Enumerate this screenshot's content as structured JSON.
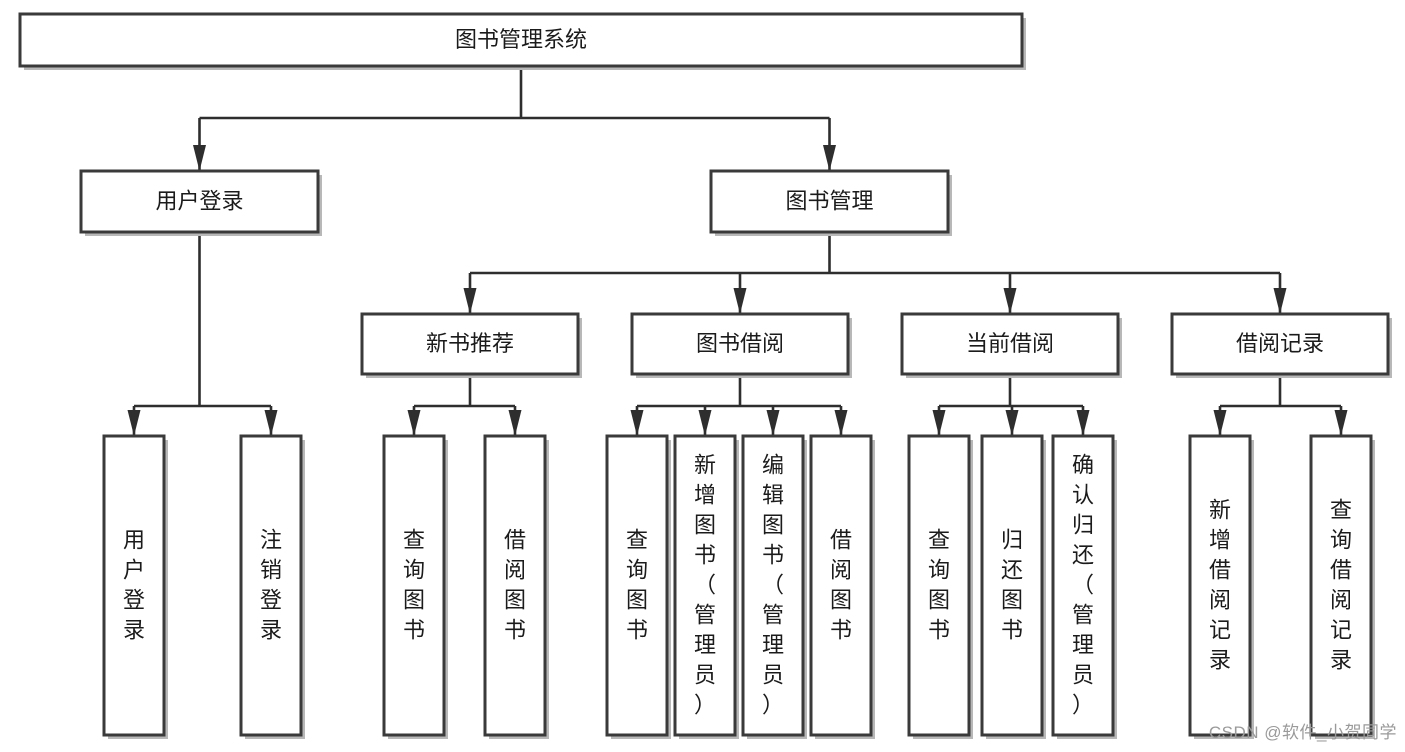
{
  "diagram": {
    "type": "tree-hierarchy",
    "title": "图书管理系统",
    "orientation": "top-down",
    "watermark": "CSDN @软件_小贺同学",
    "colors": {
      "box_fill": "#ffffff",
      "box_stroke": "#3a3a3a",
      "edge": "#2e2e2e",
      "text": "#1b1b1b",
      "shadow": "#b8b8b8",
      "watermark": "#9a9a9a"
    },
    "levels": [
      {
        "level": 1,
        "nodes": [
          {
            "id": "root",
            "label": "图书管理系统",
            "orientation": "horizontal"
          }
        ]
      },
      {
        "level": 2,
        "nodes": [
          {
            "id": "login",
            "label": "用户登录",
            "orientation": "horizontal",
            "parent": "root"
          },
          {
            "id": "bookmgmt",
            "label": "图书管理",
            "orientation": "horizontal",
            "parent": "root"
          }
        ]
      },
      {
        "level": 3,
        "nodes": [
          {
            "id": "newbook",
            "label": "新书推荐",
            "orientation": "horizontal",
            "parent": "bookmgmt"
          },
          {
            "id": "borrow",
            "label": "图书借阅",
            "orientation": "horizontal",
            "parent": "bookmgmt"
          },
          {
            "id": "current",
            "label": "当前借阅",
            "orientation": "horizontal",
            "parent": "bookmgmt"
          },
          {
            "id": "records",
            "label": "借阅记录",
            "orientation": "horizontal",
            "parent": "bookmgmt"
          }
        ]
      },
      {
        "level": 4,
        "nodes": [
          {
            "id": "leaf-login-1",
            "label": "用户登录",
            "orientation": "vertical",
            "parent": "login"
          },
          {
            "id": "leaf-login-2",
            "label": "注销登录",
            "orientation": "vertical",
            "parent": "login"
          },
          {
            "id": "leaf-newbook-1",
            "label": "查询图书",
            "orientation": "vertical",
            "parent": "newbook"
          },
          {
            "id": "leaf-newbook-2",
            "label": "借阅图书",
            "orientation": "vertical",
            "parent": "newbook"
          },
          {
            "id": "leaf-borrow-1",
            "label": "查询图书",
            "orientation": "vertical",
            "parent": "borrow"
          },
          {
            "id": "leaf-borrow-2",
            "label": "新增图书（管理员）",
            "orientation": "vertical",
            "parent": "borrow"
          },
          {
            "id": "leaf-borrow-3",
            "label": "编辑图书（管理员）",
            "orientation": "vertical",
            "parent": "borrow"
          },
          {
            "id": "leaf-borrow-4",
            "label": "借阅图书",
            "orientation": "vertical",
            "parent": "borrow"
          },
          {
            "id": "leaf-current-1",
            "label": "查询图书",
            "orientation": "vertical",
            "parent": "current"
          },
          {
            "id": "leaf-current-2",
            "label": "归还图书",
            "orientation": "vertical",
            "parent": "current"
          },
          {
            "id": "leaf-current-3",
            "label": "确认归还（管理员）",
            "orientation": "vertical",
            "parent": "current"
          },
          {
            "id": "leaf-records-1",
            "label": "新增借阅记录",
            "orientation": "vertical",
            "parent": "records"
          },
          {
            "id": "leaf-records-2",
            "label": "查询借阅记录",
            "orientation": "vertical",
            "parent": "records"
          }
        ]
      }
    ]
  }
}
